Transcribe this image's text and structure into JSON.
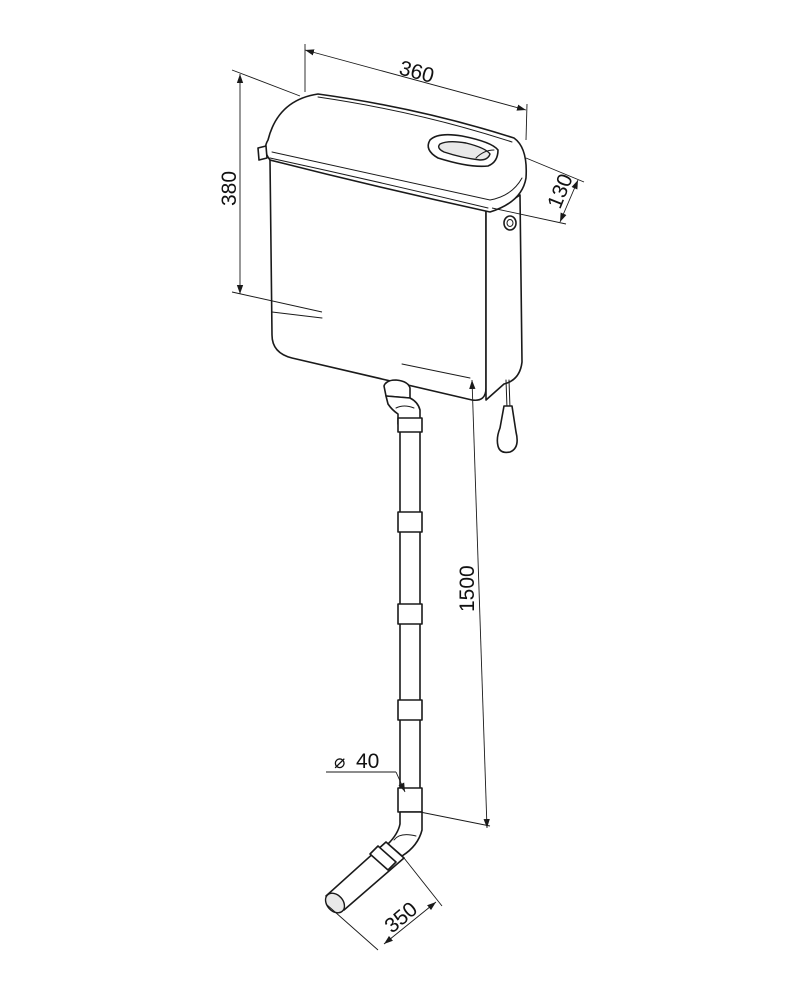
{
  "dimensions": {
    "width": "360",
    "height": "380",
    "depth": "130",
    "pipe_length": "1500",
    "pipe_diameter_symbol": "⌀",
    "pipe_diameter": "40",
    "outlet_offset": "350"
  },
  "colors": {
    "line": "#1a1a1a",
    "background": "#ffffff",
    "shading": "#e9e9e9"
  }
}
